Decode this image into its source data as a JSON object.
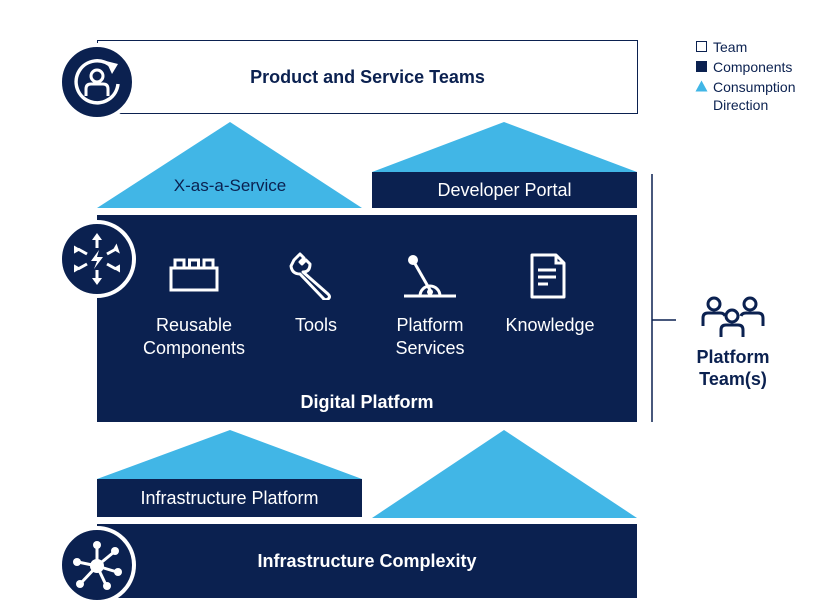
{
  "colors": {
    "navy": "#0b2150",
    "light_blue": "#41b6e6",
    "white": "#ffffff"
  },
  "top_team": {
    "label": "Product and Service Teams",
    "icon": "user-refresh-icon"
  },
  "roofs": {
    "xaas": "X-as-a-Service",
    "developer_portal": "Developer Portal"
  },
  "digital_platform": {
    "title": "Digital Platform",
    "icon": "distribution-arrows-icon",
    "items": [
      {
        "label_line1": "Reusable",
        "label_line2": "Components",
        "icon": "lego-block-icon"
      },
      {
        "label_line1": "Tools",
        "label_line2": "",
        "icon": "wrench-icon"
      },
      {
        "label_line1": "Platform",
        "label_line2": "Services",
        "icon": "lever-icon"
      },
      {
        "label_line1": "Knowledge",
        "label_line2": "",
        "icon": "document-icon"
      }
    ]
  },
  "infrastructure_platform": {
    "label": "Infrastructure Platform"
  },
  "infrastructure_complexity": {
    "label": "Infrastructure Complexity",
    "icon": "network-hub-icon"
  },
  "platform_teams": {
    "line1": "Platform",
    "line2": "Team(s)",
    "icon": "team-group-icon"
  },
  "legend": {
    "team": "Team",
    "components": "Components",
    "consumption_line1": "Consumption",
    "consumption_line2": "Direction"
  }
}
